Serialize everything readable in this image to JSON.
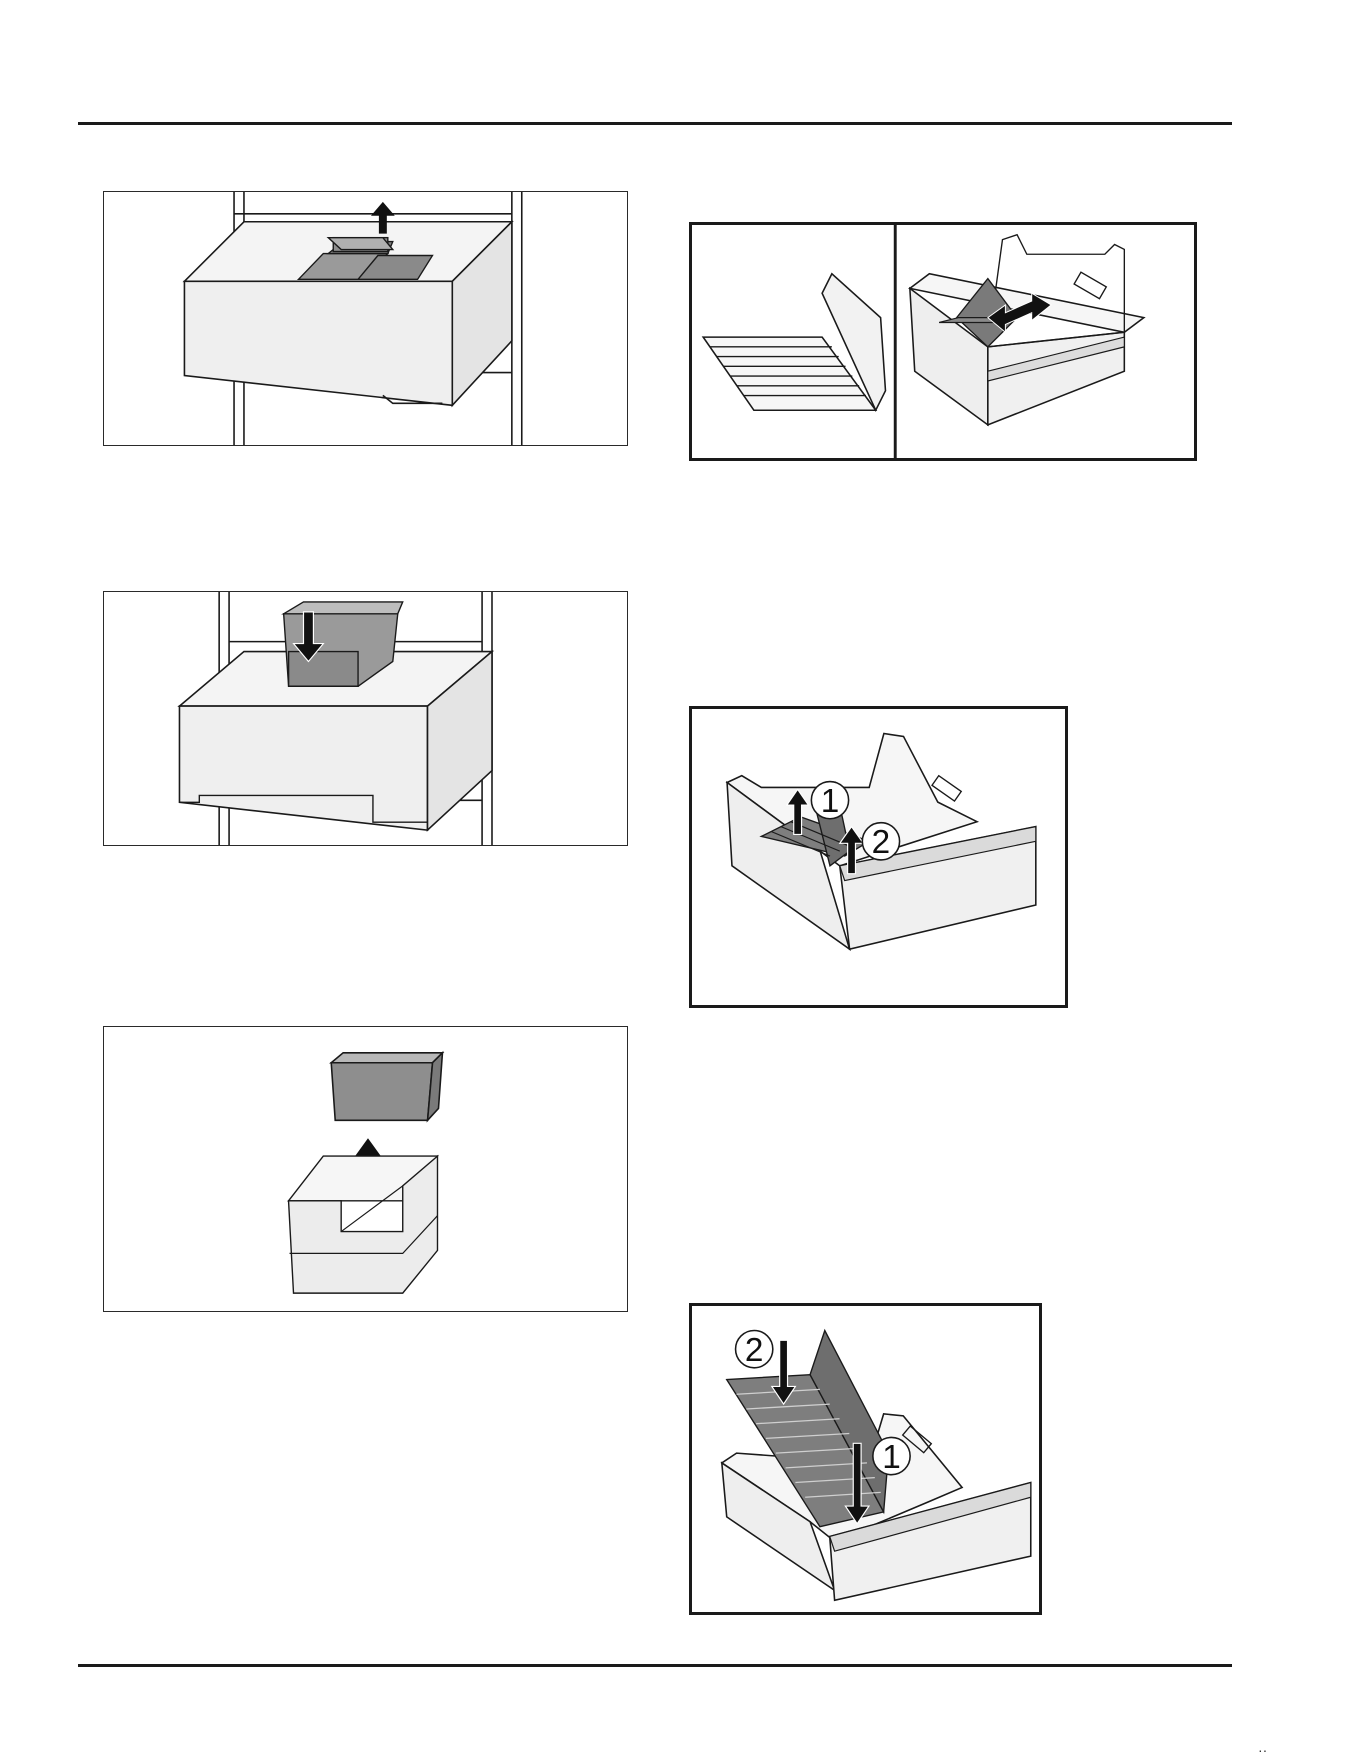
{
  "figures": {
    "fig_top_left": {
      "icon": "drawer-insert-lift-out"
    },
    "fig_mid_left": {
      "icon": "container-insert-down"
    },
    "fig_bottom_left": {
      "icon": "small-container-lift-out"
    },
    "fig_top_right": {
      "icon": "divider-slide-panel"
    },
    "fig_mid_right": {
      "icon": "divider-removal",
      "callouts": [
        "1",
        "2"
      ]
    },
    "fig_bottom_right": {
      "icon": "divider-insertion",
      "callouts": [
        "2",
        "1"
      ]
    }
  },
  "footer": {
    "mark": "··"
  },
  "colors": {
    "line": "#1a1a1a",
    "drawer_fill": "#f2f2f2",
    "part_fill": "#8a8a8a",
    "dark_part": "#6e6e6e"
  }
}
